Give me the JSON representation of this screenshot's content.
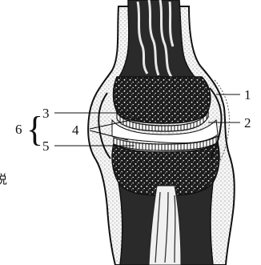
{
  "diagram": {
    "kind": "knee-joint-cross-section",
    "labels": {
      "l1": "1",
      "l2": "2",
      "l3": "3",
      "l4": "4",
      "l5": "5",
      "l6": "6"
    },
    "edge_text": "说",
    "colors": {
      "ink": "#111111",
      "bone_fill": "#f3f3f3",
      "marrow": "#1c1c1c",
      "paper": "#ffffff"
    }
  }
}
